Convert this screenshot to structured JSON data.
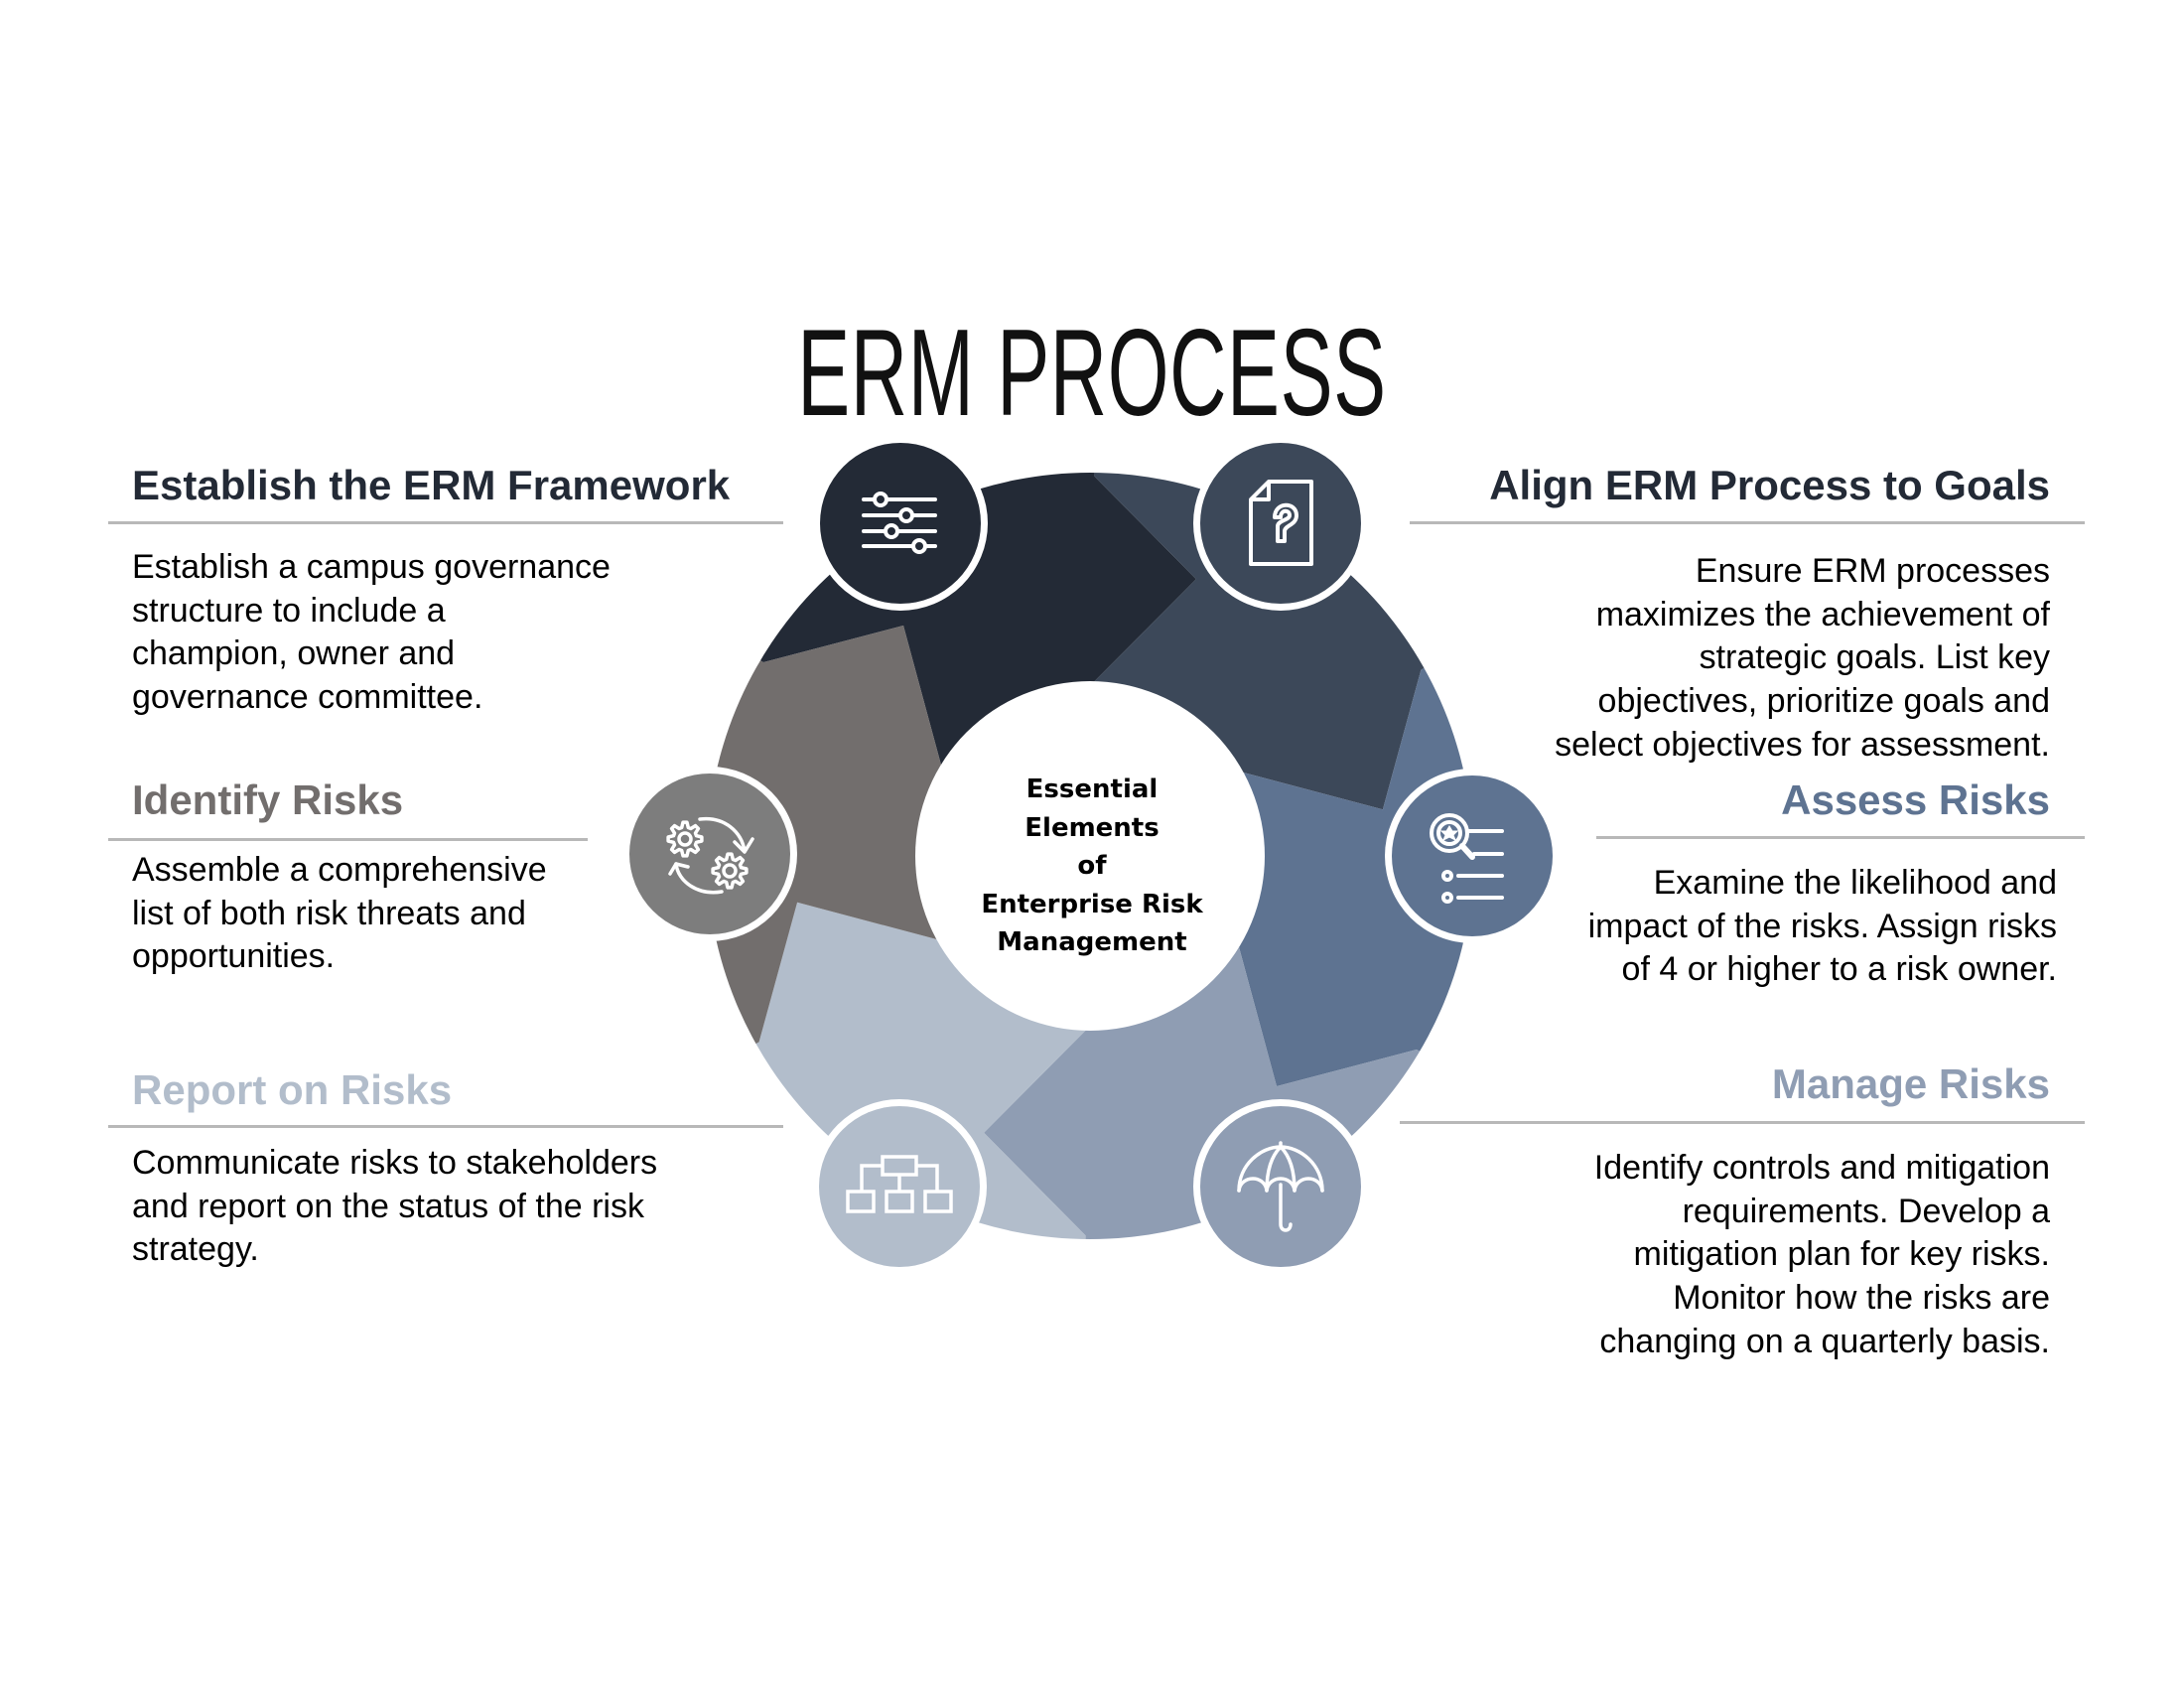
{
  "title": "ERM PROCESS",
  "center": {
    "lines": [
      "Essential",
      "Elements",
      "of",
      "Enterprise Risk",
      "Management"
    ]
  },
  "colors": {
    "establish": "#232a36",
    "align": "#3c4859",
    "assess": "#5e7391",
    "manage": "#8f9db3",
    "report": "#b2bdcb",
    "identify": "#726e6d",
    "identify_icon_bg": "#7d7d7d",
    "divider": "#b8b8b8"
  },
  "steps": {
    "establish": {
      "heading": "Establish the ERM Framework",
      "icon": "sliders-icon",
      "body": [
        "Establish a campus governance",
        "structure to include a",
        "champion, owner and",
        "governance committee."
      ]
    },
    "align": {
      "heading": "Align ERM Process to Goals",
      "icon": "document-question-icon",
      "body": [
        "Ensure ERM processes",
        "maximizes the achievement of",
        "strategic goals. List key",
        "objectives, prioritize goals and",
        "select objectives for assessment."
      ]
    },
    "assess": {
      "heading": "Assess Risks",
      "icon": "magnifier-checklist-icon",
      "body": [
        "Examine the likelihood and",
        "impact of the risks. Assign risks",
        "of 4 or higher to a risk owner."
      ]
    },
    "manage": {
      "heading": "Manage Risks",
      "icon": "umbrella-icon",
      "body": [
        "Identify controls and mitigation",
        "requirements. Develop a",
        "mitigation plan for key risks.",
        "Monitor how the risks are",
        "changing on a quarterly basis."
      ]
    },
    "report": {
      "heading": "Report on Risks",
      "icon": "org-chart-icon",
      "body": [
        "Communicate risks to stakeholders",
        "and report on the status of the risk",
        "strategy."
      ]
    },
    "identify": {
      "heading": "Identify Risks",
      "icon": "gears-cycle-icon",
      "body": [
        "Assemble a comprehensive",
        "list of both risk threats and",
        "opportunities."
      ]
    }
  }
}
